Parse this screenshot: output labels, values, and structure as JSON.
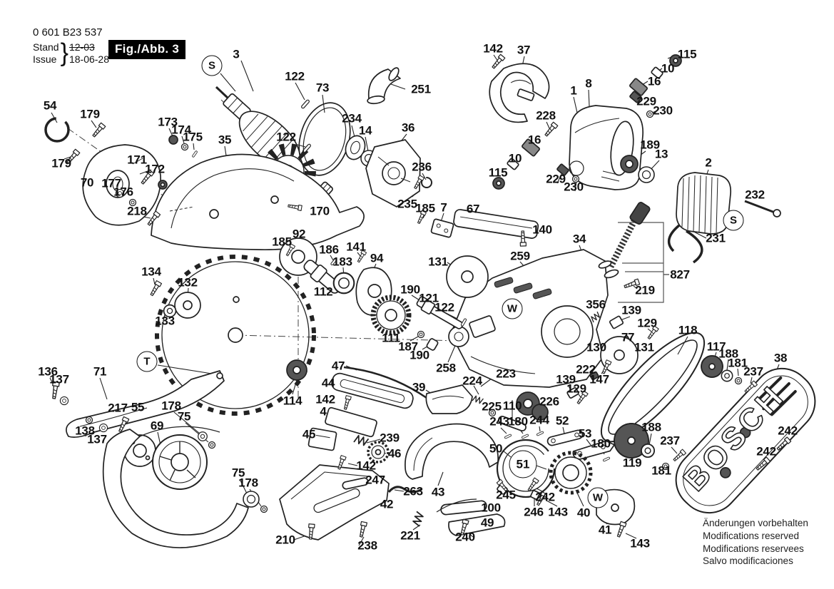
{
  "header": {
    "doc_number": "0 601 B23 537",
    "stand_label": "Stand",
    "issue_label": "Issue",
    "brace": "}",
    "old_date": "12-03",
    "date": "18-06-28",
    "figure_label": "Fig./Abb. 3"
  },
  "footer": {
    "notes": [
      "Änderungen vorbehalten",
      "Modifications reserved",
      "Modifications reservees",
      "Salvo modificaciones"
    ]
  },
  "brand_text": "BOSCH",
  "diagram": {
    "callouts": [
      [
        "S",
        297,
        92
      ],
      [
        "S",
        1028,
        309
      ],
      [
        "T",
        206,
        507
      ],
      [
        "W",
        718,
        433
      ],
      [
        "W",
        838,
        698
      ],
      [
        "51",
        733,
        651
      ]
    ],
    "labels": [
      [
        "54",
        70,
        148
      ],
      [
        "179",
        126,
        160
      ],
      [
        "179",
        86,
        229
      ],
      [
        "70",
        122,
        256
      ],
      [
        "171",
        192,
        224
      ],
      [
        "172",
        217,
        237
      ],
      [
        "177",
        156,
        257
      ],
      [
        "176",
        173,
        269
      ],
      [
        "218",
        192,
        296
      ],
      [
        "173",
        235,
        171
      ],
      [
        "174",
        254,
        182
      ],
      [
        "175",
        270,
        192
      ],
      [
        "35",
        315,
        196
      ],
      [
        "3",
        331,
        76
      ],
      [
        "122",
        413,
        107
      ],
      [
        "73",
        452,
        123
      ],
      [
        "122",
        401,
        192
      ],
      [
        "251",
        590,
        125
      ],
      [
        "234",
        493,
        166
      ],
      [
        "14",
        512,
        183
      ],
      [
        "36",
        572,
        179
      ],
      [
        "236",
        591,
        234
      ],
      [
        "235",
        571,
        286
      ],
      [
        "185",
        596,
        292
      ],
      [
        "7",
        622,
        291
      ],
      [
        "67",
        663,
        293
      ],
      [
        "170",
        448,
        296
      ],
      [
        "142",
        691,
        68
      ],
      [
        "37",
        734,
        70
      ],
      [
        "115",
        963,
        76
      ],
      [
        "10",
        936,
        96
      ],
      [
        "16",
        917,
        114
      ],
      [
        "229",
        906,
        142
      ],
      [
        "230",
        929,
        155
      ],
      [
        "1",
        804,
        127
      ],
      [
        "8",
        825,
        117
      ],
      [
        "228",
        765,
        162
      ],
      [
        "16",
        749,
        196
      ],
      [
        "10",
        722,
        222
      ],
      [
        "115",
        698,
        242
      ],
      [
        "229",
        779,
        251
      ],
      [
        "230",
        804,
        262
      ],
      [
        "189",
        911,
        203
      ],
      [
        "13",
        927,
        216
      ],
      [
        "2",
        993,
        228
      ],
      [
        "232",
        1058,
        273
      ],
      [
        "231",
        1003,
        334
      ],
      [
        "92",
        419,
        328
      ],
      [
        "185",
        395,
        339
      ],
      [
        "186",
        461,
        350
      ],
      [
        "141",
        499,
        346
      ],
      [
        "183",
        480,
        367
      ],
      [
        "94",
        528,
        362
      ],
      [
        "112",
        453,
        409
      ],
      [
        "111",
        548,
        474
      ],
      [
        "131",
        614,
        367
      ],
      [
        "140",
        760,
        322
      ],
      [
        "259",
        729,
        359
      ],
      [
        "34",
        812,
        335
      ],
      [
        "827",
        953,
        385
      ],
      [
        "219",
        904,
        407
      ],
      [
        "190",
        575,
        406
      ],
      [
        "121",
        601,
        418
      ],
      [
        "122",
        623,
        431
      ],
      [
        "187",
        572,
        486
      ],
      [
        "190",
        588,
        498
      ],
      [
        "356",
        835,
        427
      ],
      [
        "139",
        885,
        435
      ],
      [
        "129",
        907,
        453
      ],
      [
        "77",
        880,
        473
      ],
      [
        "130",
        836,
        487
      ],
      [
        "131",
        903,
        487
      ],
      [
        "222",
        821,
        518
      ],
      [
        "147",
        840,
        532
      ],
      [
        "139",
        793,
        532
      ],
      [
        "129",
        808,
        545
      ],
      [
        "118",
        964,
        463
      ],
      [
        "117",
        1004,
        486
      ],
      [
        "188",
        1021,
        496
      ],
      [
        "181",
        1034,
        509
      ],
      [
        "237",
        1056,
        521
      ],
      [
        "38",
        1094,
        502
      ],
      [
        "258",
        625,
        516
      ],
      [
        "223",
        709,
        524
      ],
      [
        "224",
        662,
        534
      ],
      [
        "39",
        587,
        543
      ],
      [
        "225",
        689,
        570
      ],
      [
        "110",
        718,
        569
      ],
      [
        "226",
        770,
        563
      ],
      [
        "134",
        212,
        381
      ],
      [
        "132",
        263,
        396
      ],
      [
        "133",
        231,
        450
      ],
      [
        "136",
        67,
        521
      ],
      [
        "137",
        83,
        532
      ],
      [
        "71",
        140,
        521
      ],
      [
        "217",
        165,
        572
      ],
      [
        "55",
        193,
        571
      ],
      [
        "178",
        240,
        569
      ],
      [
        "75",
        258,
        584
      ],
      [
        "69",
        220,
        597
      ],
      [
        "138",
        119,
        604
      ],
      [
        "137",
        136,
        616
      ],
      [
        "114",
        410,
        562
      ],
      [
        "47",
        474,
        513
      ],
      [
        "44",
        460,
        537
      ],
      [
        "142",
        456,
        560
      ],
      [
        "4",
        453,
        577
      ],
      [
        "45",
        433,
        609
      ],
      [
        "239",
        546,
        614
      ],
      [
        "46",
        553,
        636
      ],
      [
        "142",
        513,
        653
      ],
      [
        "247",
        526,
        673
      ],
      [
        "263",
        579,
        689
      ],
      [
        "43",
        614,
        690
      ],
      [
        "42",
        542,
        707
      ],
      [
        "75",
        334,
        663
      ],
      [
        "178",
        348,
        677
      ],
      [
        "210",
        400,
        757
      ],
      [
        "238",
        515,
        765
      ],
      [
        "221",
        575,
        751
      ],
      [
        "240",
        652,
        753
      ],
      [
        "49",
        683,
        733
      ],
      [
        "100",
        688,
        712
      ],
      [
        "243",
        700,
        591
      ],
      [
        "180",
        726,
        591
      ],
      [
        "244",
        756,
        589
      ],
      [
        "52",
        788,
        590
      ],
      [
        "53",
        820,
        608
      ],
      [
        "180",
        842,
        622
      ],
      [
        "50",
        695,
        629
      ],
      [
        "245",
        709,
        694
      ],
      [
        "246",
        748,
        718
      ],
      [
        "143",
        782,
        718
      ],
      [
        "242",
        764,
        697
      ],
      [
        "40",
        818,
        719
      ],
      [
        "41",
        848,
        743
      ],
      [
        "143",
        897,
        762
      ],
      [
        "119",
        886,
        649
      ],
      [
        "188",
        913,
        599
      ],
      [
        "237",
        939,
        618
      ],
      [
        "181",
        927,
        660
      ],
      [
        "242",
        1104,
        604
      ],
      [
        "242",
        1074,
        633
      ]
    ]
  }
}
